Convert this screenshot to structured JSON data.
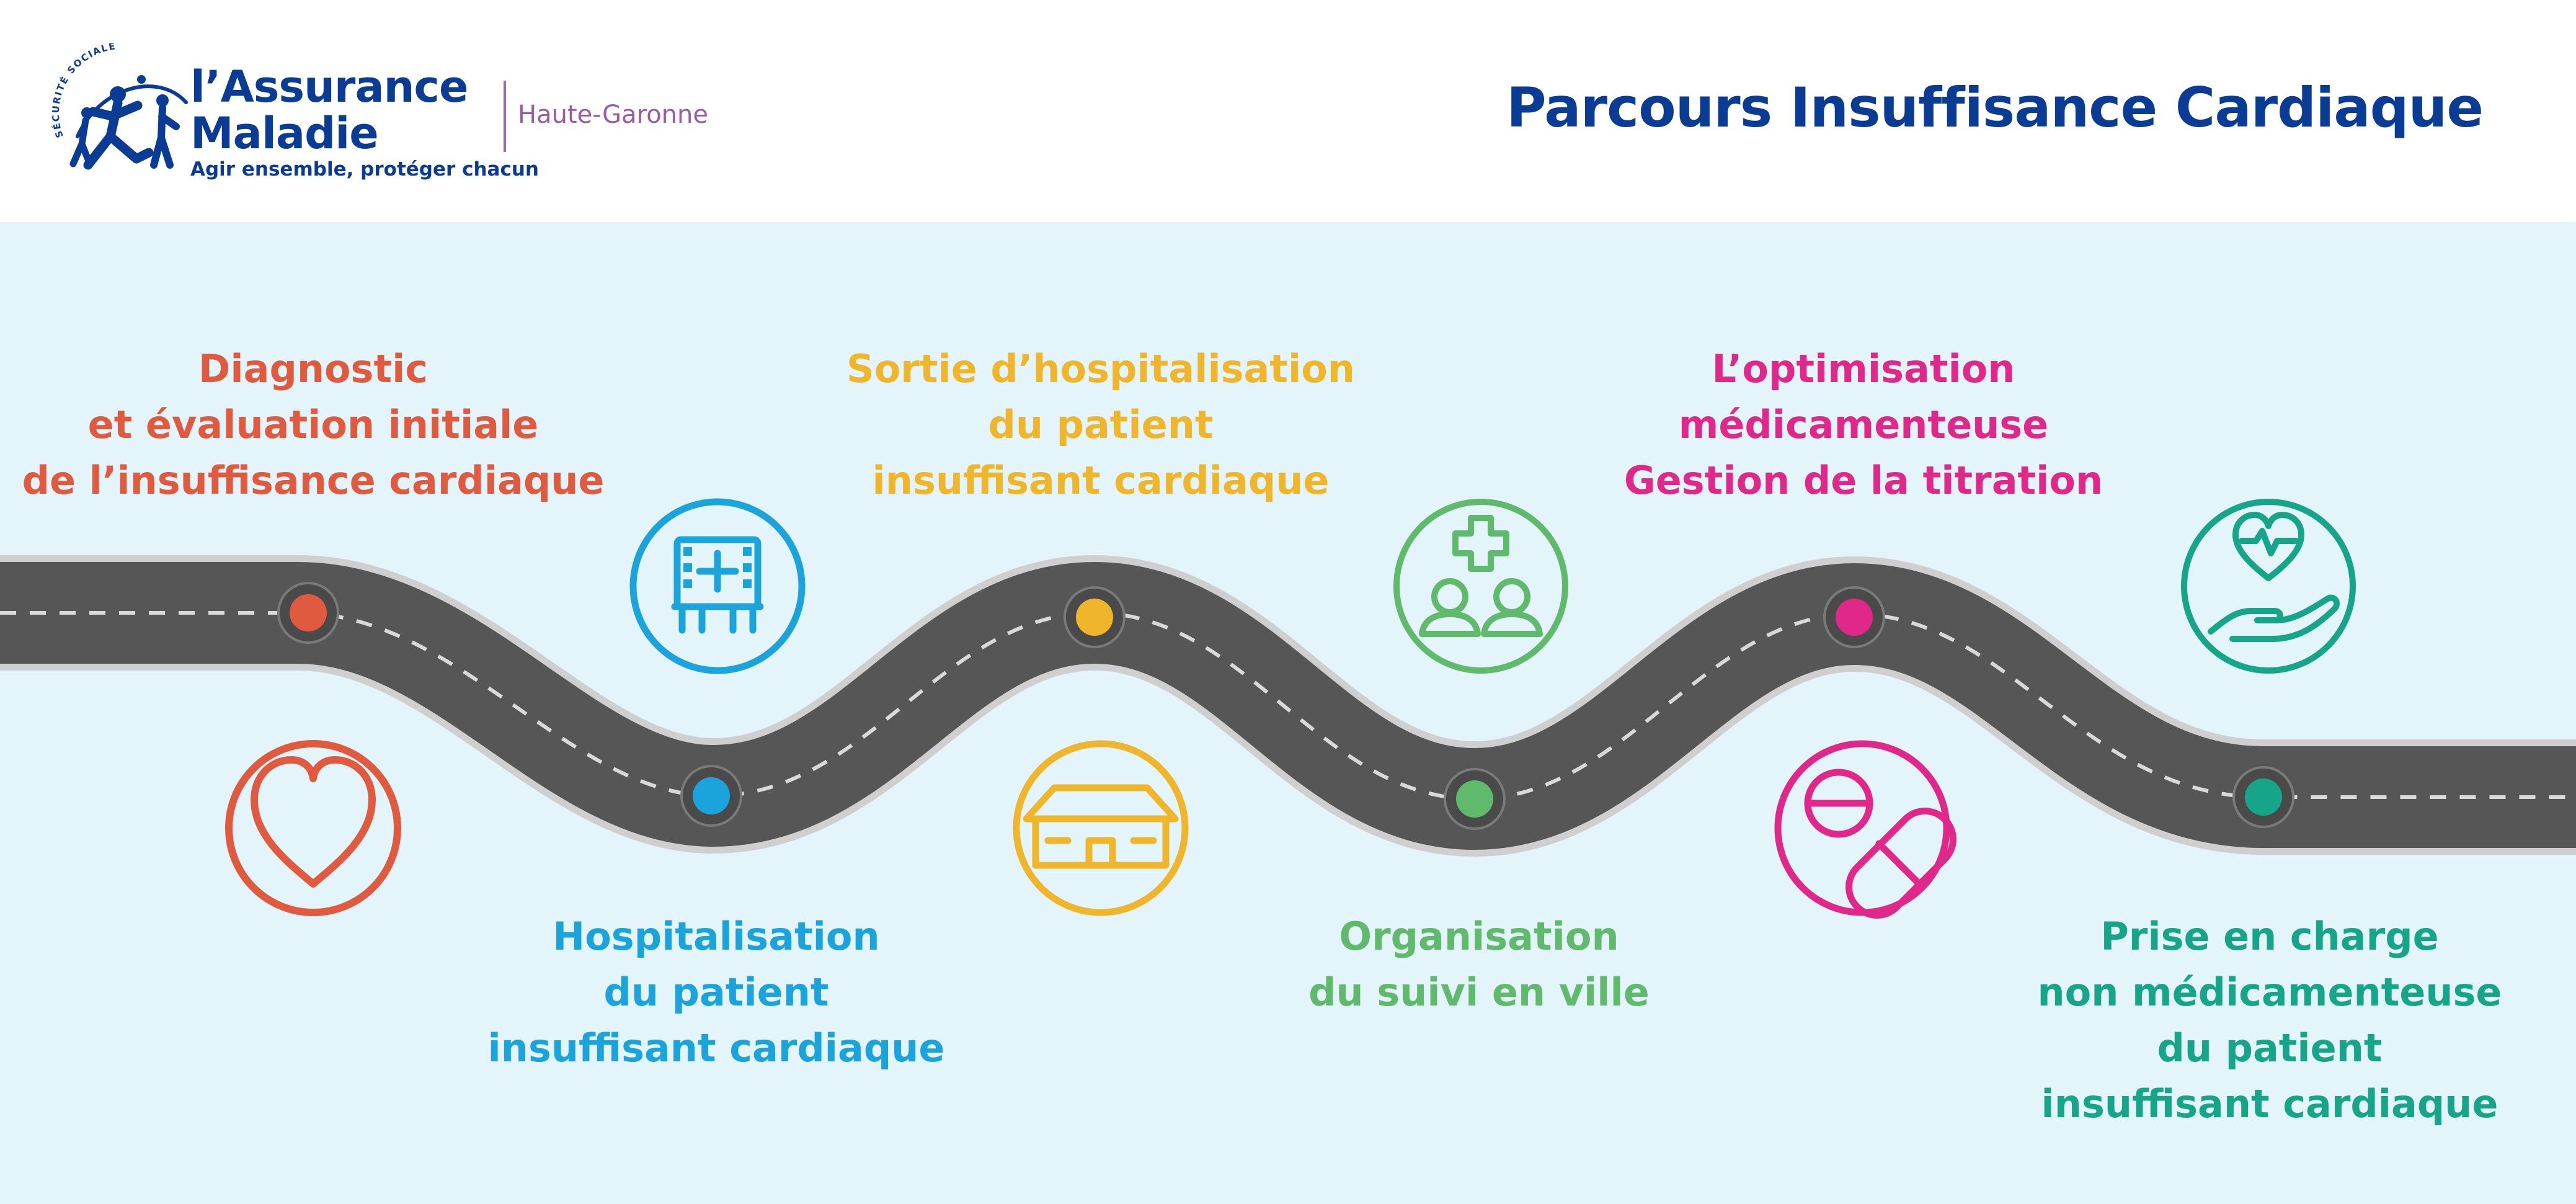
{
  "header": {
    "brand_line1": "l’Assurance",
    "brand_line2": "Maladie",
    "brand_tagline": "Agir ensemble, protéger chacun",
    "logo_seal_text": "SÉCURITÉ SOCIALE",
    "region": "Haute-Garonne",
    "title": "Parcours Insuffisance Cardiaque"
  },
  "colors": {
    "brand_blue": "#0a3c96",
    "region_purple": "#9b5aa8",
    "background": "#e3f4fa",
    "road": "#565656"
  },
  "steps": [
    {
      "lines": [
        "Diagnostic",
        "et évaluation initiale",
        "de l’insuffisance cardiaque"
      ],
      "color": "#e05a3f",
      "icon": "heart-icon"
    },
    {
      "lines": [
        "Hospitalisation",
        "du patient",
        "insuffisant cardiaque"
      ],
      "color": "#1ba4dc",
      "icon": "hospital-icon"
    },
    {
      "lines": [
        "Sortie d’hospitalisation",
        "du patient",
        "insuffisant cardiaque"
      ],
      "color": "#efb52b",
      "icon": "house-icon"
    },
    {
      "lines": [
        "Organisation",
        "du suivi en ville"
      ],
      "color": "#5fba6c",
      "icon": "doctors-cross-icon"
    },
    {
      "lines": [
        "L’optimisation",
        "médicamenteuse",
        "Gestion de la titration"
      ],
      "color": "#e0278a",
      "icon": "pills-icon"
    },
    {
      "lines": [
        "Prise en charge",
        "non médicamenteuse",
        "du patient",
        "insuffisant cardiaque"
      ],
      "color": "#17a58a",
      "icon": "heart-hand-icon"
    }
  ]
}
